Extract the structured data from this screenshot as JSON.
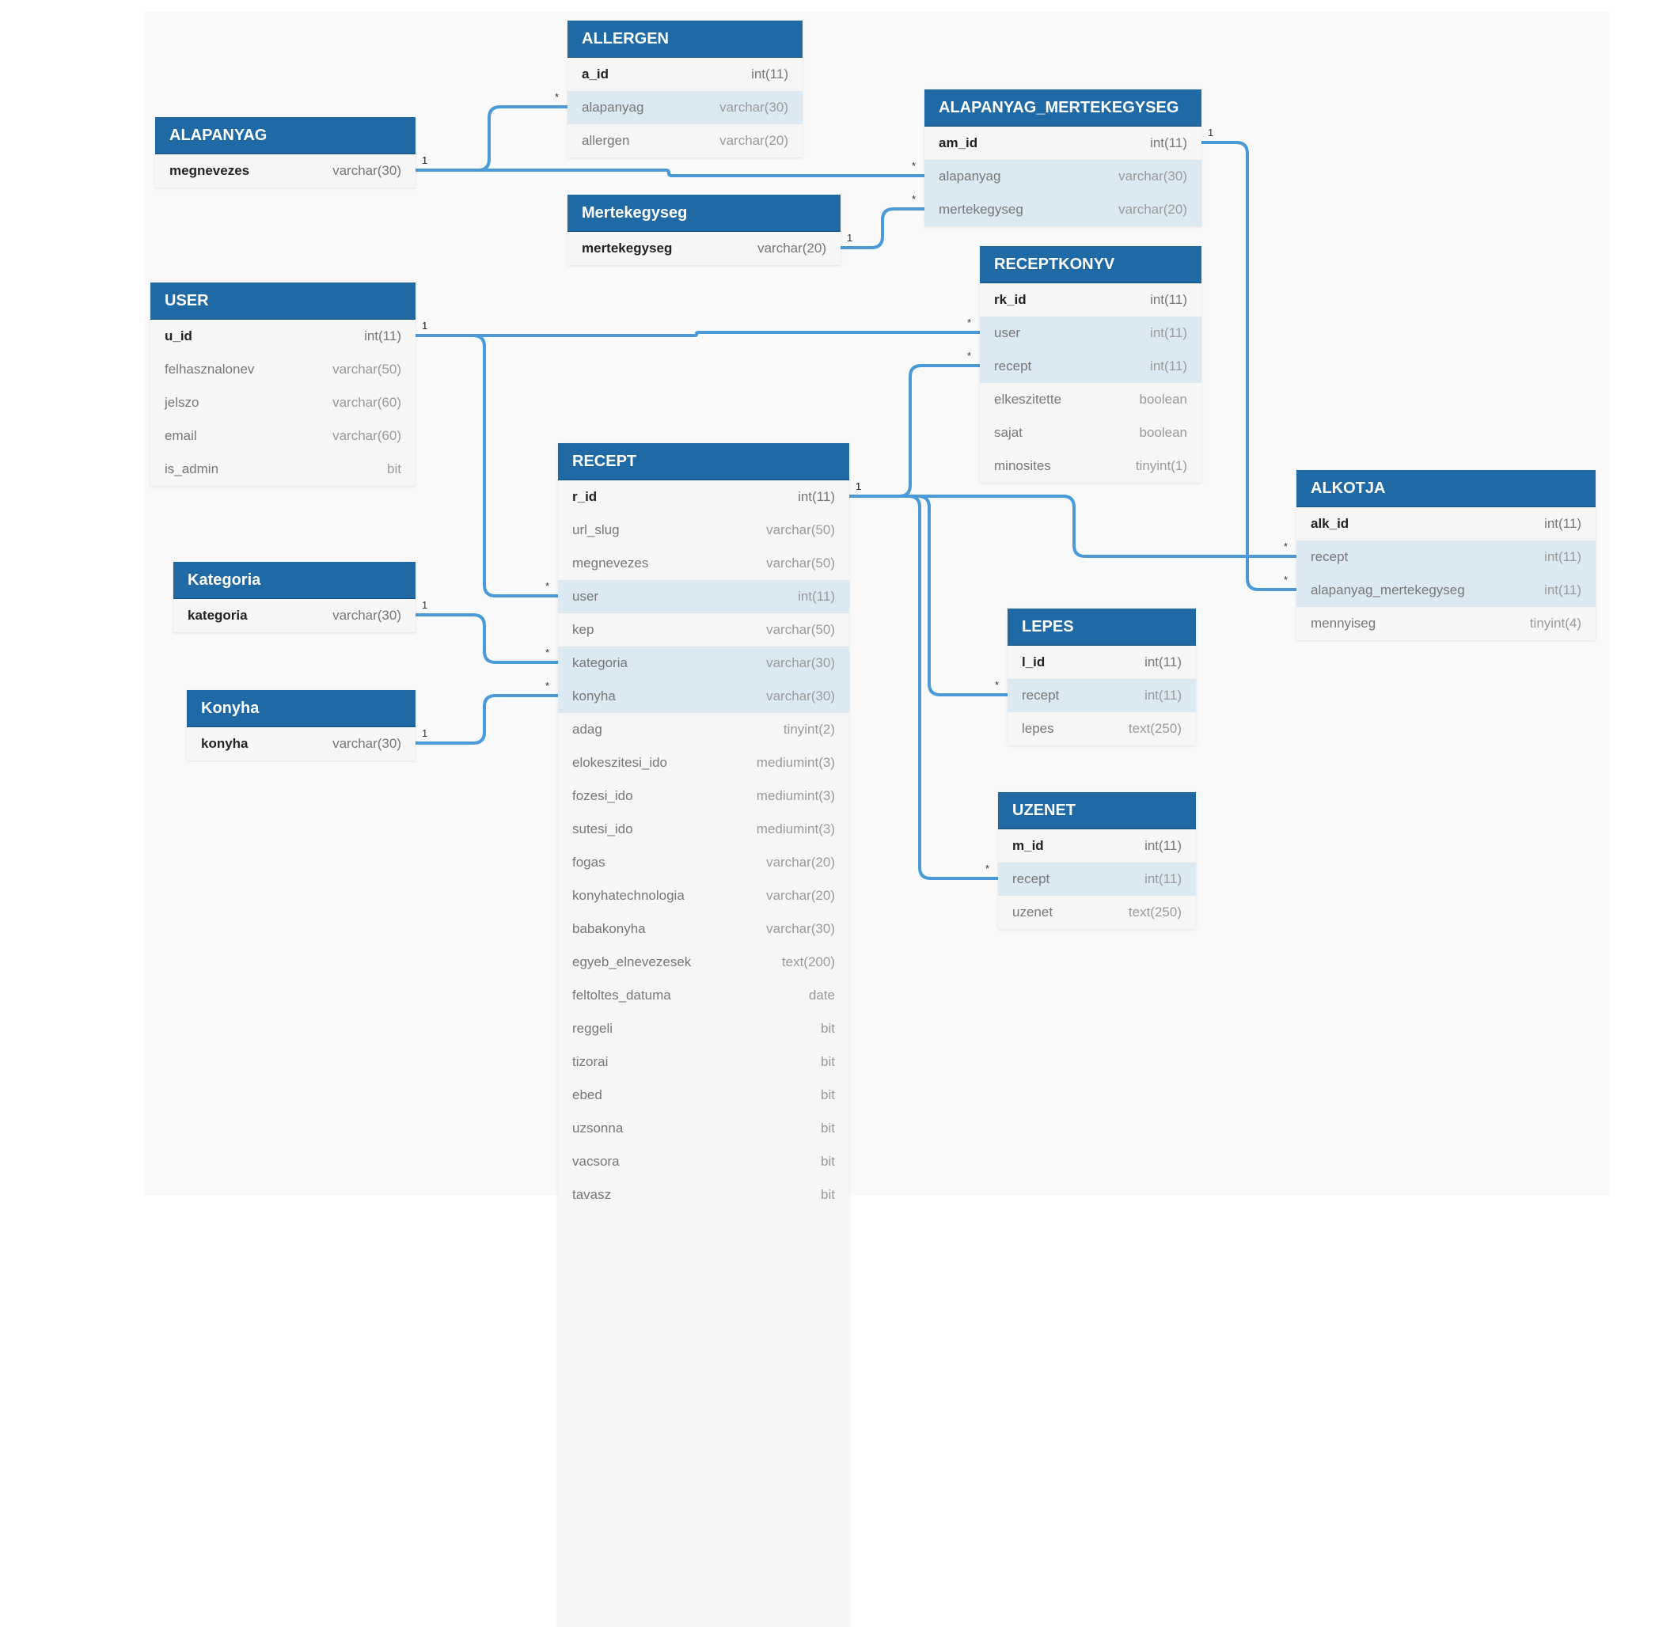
{
  "header_color": "#1f6aa5",
  "link_color": "#4a9ad8",
  "tables": {
    "allergen": {
      "name": "ALLERGEN",
      "columns": [
        {
          "name": "a_id",
          "type": "int(11)"
        },
        {
          "name": "alapanyag",
          "type": "varchar(30)"
        },
        {
          "name": "allergen",
          "type": "varchar(20)"
        }
      ]
    },
    "alapanyag": {
      "name": "ALAPANYAG",
      "columns": [
        {
          "name": "megnevezes",
          "type": "varchar(30)"
        }
      ]
    },
    "alapanyag_mertekegyseg": {
      "name": "ALAPANYAG_MERTEKEGYSEG",
      "columns": [
        {
          "name": "am_id",
          "type": "int(11)"
        },
        {
          "name": "alapanyag",
          "type": "varchar(30)"
        },
        {
          "name": "mertekegyseg",
          "type": "varchar(20)"
        }
      ]
    },
    "mertekegyseg": {
      "name": "Mertekegyseg",
      "columns": [
        {
          "name": "mertekegyseg",
          "type": "varchar(20)"
        }
      ]
    },
    "user": {
      "name": "USER",
      "columns": [
        {
          "name": "u_id",
          "type": "int(11)"
        },
        {
          "name": "felhasznalonev",
          "type": "varchar(50)"
        },
        {
          "name": "jelszo",
          "type": "varchar(60)"
        },
        {
          "name": "email",
          "type": "varchar(60)"
        },
        {
          "name": "is_admin",
          "type": "bit"
        }
      ]
    },
    "receptkonyv": {
      "name": "RECEPTKONYV",
      "columns": [
        {
          "name": "rk_id",
          "type": "int(11)"
        },
        {
          "name": "user",
          "type": "int(11)"
        },
        {
          "name": "recept",
          "type": "int(11)"
        },
        {
          "name": "elkeszitette",
          "type": "boolean"
        },
        {
          "name": "sajat",
          "type": "boolean"
        },
        {
          "name": "minosites",
          "type": "tinyint(1)"
        }
      ]
    },
    "recept": {
      "name": "RECEPT",
      "columns": [
        {
          "name": "r_id",
          "type": "int(11)"
        },
        {
          "name": "url_slug",
          "type": "varchar(50)"
        },
        {
          "name": "megnevezes",
          "type": "varchar(50)"
        },
        {
          "name": "user",
          "type": "int(11)"
        },
        {
          "name": "kep",
          "type": "varchar(50)"
        },
        {
          "name": "kategoria",
          "type": "varchar(30)"
        },
        {
          "name": "konyha",
          "type": "varchar(30)"
        },
        {
          "name": "adag",
          "type": "tinyint(2)"
        },
        {
          "name": "elokeszitesi_ido",
          "type": "mediumint(3)"
        },
        {
          "name": "fozesi_ido",
          "type": "mediumint(3)"
        },
        {
          "name": "sutesi_ido",
          "type": "mediumint(3)"
        },
        {
          "name": "fogas",
          "type": "varchar(20)"
        },
        {
          "name": "konyhatechnologia",
          "type": "varchar(20)"
        },
        {
          "name": "babakonyha",
          "type": "varchar(30)"
        },
        {
          "name": "egyeb_elnevezesek",
          "type": "text(200)"
        },
        {
          "name": "feltoltes_datuma",
          "type": "date"
        },
        {
          "name": "reggeli",
          "type": "bit"
        },
        {
          "name": "tizorai",
          "type": "bit"
        },
        {
          "name": "ebed",
          "type": "bit"
        },
        {
          "name": "uzsonna",
          "type": "bit"
        },
        {
          "name": "vacsora",
          "type": "bit"
        },
        {
          "name": "tavasz",
          "type": "bit"
        }
      ]
    },
    "kategoria": {
      "name": "Kategoria",
      "columns": [
        {
          "name": "kategoria",
          "type": "varchar(30)"
        }
      ]
    },
    "konyha": {
      "name": "Konyha",
      "columns": [
        {
          "name": "konyha",
          "type": "varchar(30)"
        }
      ]
    },
    "alkotja": {
      "name": "ALKOTJA",
      "columns": [
        {
          "name": "alk_id",
          "type": "int(11)"
        },
        {
          "name": "recept",
          "type": "int(11)"
        },
        {
          "name": "alapanyag_mertekegyseg",
          "type": "int(11)"
        },
        {
          "name": "mennyiseg",
          "type": "tinyint(4)"
        }
      ]
    },
    "lepes": {
      "name": "LEPES",
      "columns": [
        {
          "name": "l_id",
          "type": "int(11)"
        },
        {
          "name": "recept",
          "type": "int(11)"
        },
        {
          "name": "lepes",
          "type": "text(250)"
        }
      ]
    },
    "uzenet": {
      "name": "UZENET",
      "columns": [
        {
          "name": "m_id",
          "type": "int(11)"
        },
        {
          "name": "recept",
          "type": "int(11)"
        },
        {
          "name": "uzenet",
          "type": "text(250)"
        }
      ]
    }
  },
  "relationships": [
    {
      "from": "alapanyag.megnevezes",
      "to": "allergen.alapanyag",
      "from_card": "1",
      "to_card": "*"
    },
    {
      "from": "alapanyag.megnevezes",
      "to": "alapanyag_mertekegyseg.alapanyag",
      "from_card": "1",
      "to_card": "*"
    },
    {
      "from": "mertekegyseg.mertekegyseg",
      "to": "alapanyag_mertekegyseg.mertekegyseg",
      "from_card": "1",
      "to_card": "*"
    },
    {
      "from": "alapanyag_mertekegyseg.am_id",
      "to": "alkotja.alapanyag_mertekegyseg",
      "from_card": "1",
      "to_card": "*"
    },
    {
      "from": "user.u_id",
      "to": "receptkonyv.user",
      "from_card": "1",
      "to_card": "*"
    },
    {
      "from": "user.u_id",
      "to": "recept.user",
      "from_card": "1",
      "to_card": "*"
    },
    {
      "from": "recept.r_id",
      "to": "receptkonyv.recept",
      "from_card": "1",
      "to_card": "*"
    },
    {
      "from": "recept.r_id",
      "to": "alkotja.recept",
      "from_card": "1",
      "to_card": "*"
    },
    {
      "from": "recept.r_id",
      "to": "lepes.recept",
      "from_card": "1",
      "to_card": "*"
    },
    {
      "from": "recept.r_id",
      "to": "uzenet.recept",
      "from_card": "1",
      "to_card": "*"
    },
    {
      "from": "kategoria.kategoria",
      "to": "recept.kategoria",
      "from_card": "1",
      "to_card": "*"
    },
    {
      "from": "konyha.konyha",
      "to": "recept.konyha",
      "from_card": "1",
      "to_card": "*"
    }
  ]
}
